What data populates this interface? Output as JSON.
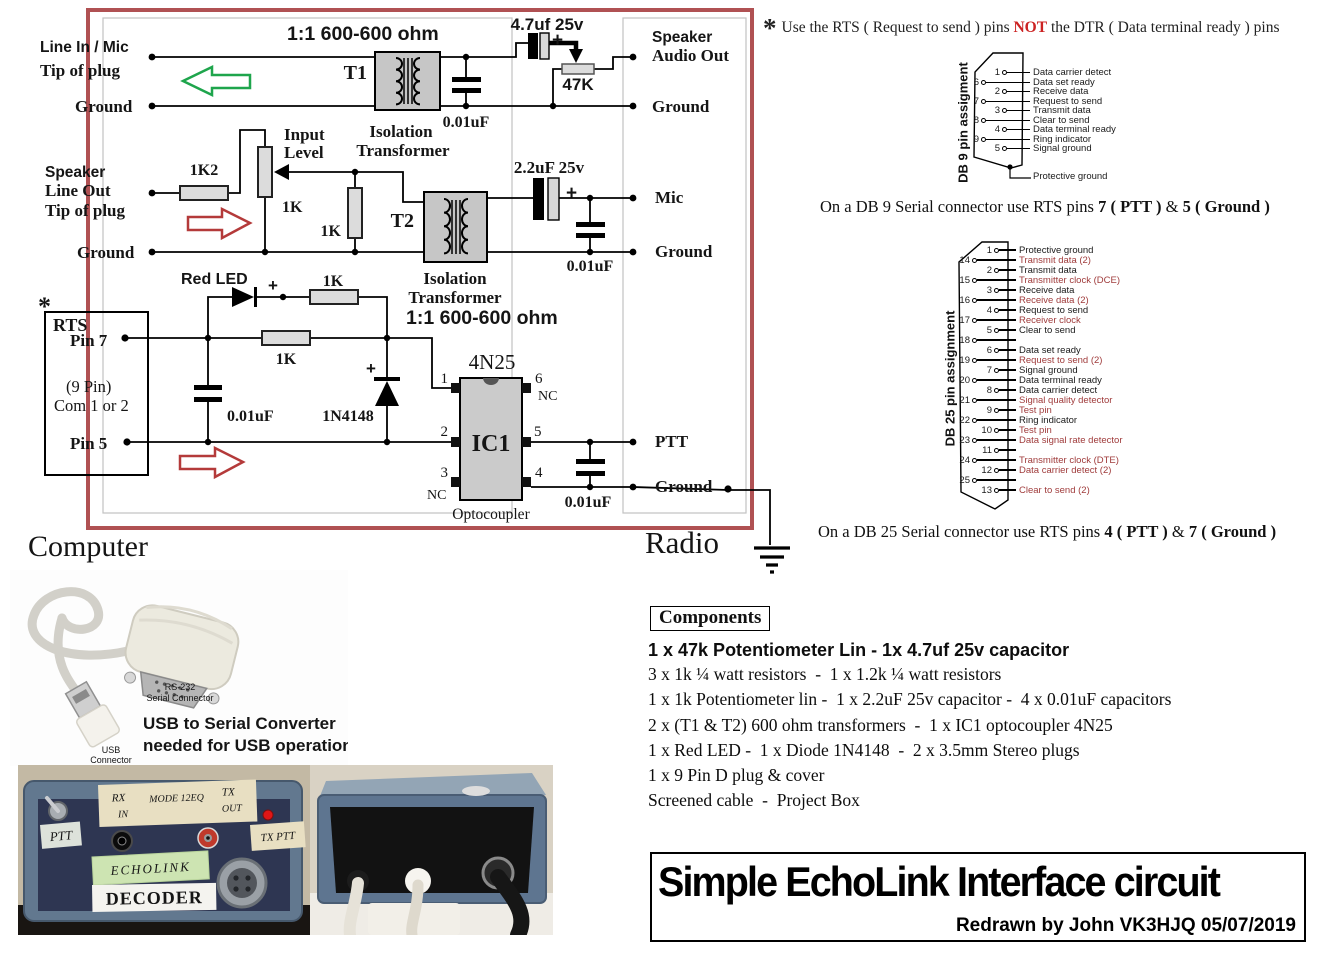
{
  "colors": {
    "schematic_border": "#b05153",
    "red_pin_label": "#a03c3c",
    "not_red": "#cc2222",
    "green_arrow": "#1ea54c",
    "red_arrow": "#b43a3a",
    "project_box_blue": "#62788f",
    "front_panel_navy": "#2e3652"
  },
  "schematic": {
    "computer": "Computer",
    "radio": "Radio",
    "line_in_mic": "Line In / Mic",
    "tip_of_plug": "Tip of plug",
    "ground": "Ground",
    "speaker": "Speaker",
    "line_out": "Line Out",
    "audio_out": "Audio Out",
    "mic": "Mic",
    "ptt": "PTT",
    "t1": "T1",
    "t2": "T2",
    "ratio": "1:1 600-600 ohm",
    "isolation": "Isolation",
    "transformer": "Transformer",
    "input": "Input",
    "level": "Level",
    "r1k2": "1K2",
    "r1k": "1K",
    "r47k": "47K",
    "c47": "4.7uf 25v",
    "c22": "2.2uF 25v",
    "c001": "0.01uF",
    "red_led": "Red LED",
    "diode": "1N4148",
    "plus": "+",
    "ic_type": "4N25",
    "ic_ref": "IC1",
    "optocoupler": "Optocoupler",
    "nc": "NC",
    "n1": "1",
    "n2": "2",
    "n3": "3",
    "n4": "4",
    "n5": "5",
    "n6": "6",
    "rts": "RTS",
    "rts_pin7": "Pin 7",
    "rts_pin5": "Pin 5",
    "nine_pin": "(9 Pin)",
    "com": "Com 1 or 2",
    "asterisk": "*"
  },
  "note": {
    "star": "*",
    "t1": "Use the RTS ( Request to send ) pins ",
    "not": "NOT",
    "t2": " the DTR ( Data terminal ready ) pins"
  },
  "db9": {
    "side_label": "DB 9 pin assigment",
    "protective": "Protective ground",
    "caption": {
      "pre": "On a DB 9 Serial connector use RTS pins ",
      "b1": "7 ( PTT )",
      "mid": " & ",
      "b2": "5 ( Ground )"
    },
    "pins": [
      {
        "n": "1",
        "label": "Data carrier detect"
      },
      {
        "n": "6",
        "label": "Data set ready"
      },
      {
        "n": "2",
        "label": "Receive data"
      },
      {
        "n": "7",
        "label": "Request to send"
      },
      {
        "n": "3",
        "label": "Transmit data"
      },
      {
        "n": "8",
        "label": "Clear to send"
      },
      {
        "n": "4",
        "label": "Data terminal ready"
      },
      {
        "n": "9",
        "label": "Ring indicator"
      },
      {
        "n": "5",
        "label": "Signal ground"
      }
    ]
  },
  "db25": {
    "side_label": "DB 25 pin assignment",
    "caption": {
      "pre": "On a DB 25 Serial connector use RTS pins ",
      "b1": "4 ( PTT )",
      "mid": " & ",
      "b2": "7 ( Ground )"
    },
    "pins": [
      {
        "n": "1",
        "label": "Protective ground"
      },
      {
        "n": "14",
        "label": "Transmit data (2)",
        "c": "#a03c3c"
      },
      {
        "n": "2",
        "label": "Transmit data"
      },
      {
        "n": "15",
        "label": "Transmitter clock (DCE)",
        "c": "#a03c3c"
      },
      {
        "n": "3",
        "label": "Receive data"
      },
      {
        "n": "16",
        "label": "Receive data (2)",
        "c": "#a03c3c"
      },
      {
        "n": "4",
        "label": "Request to send"
      },
      {
        "n": "17",
        "label": "Receiver clock",
        "c": "#a03c3c"
      },
      {
        "n": "5",
        "label": "Clear to send"
      },
      {
        "n": "18",
        "label": ""
      },
      {
        "n": "6",
        "label": "Data set ready"
      },
      {
        "n": "19",
        "label": "Request to send (2)",
        "c": "#a03c3c"
      },
      {
        "n": "7",
        "label": "Signal ground"
      },
      {
        "n": "20",
        "label": "Data terminal ready"
      },
      {
        "n": "8",
        "label": "Data carrier detect"
      },
      {
        "n": "21",
        "label": "Signal quality detector",
        "c": "#a03c3c"
      },
      {
        "n": "9",
        "label": "Test pin",
        "c": "#a03c3c"
      },
      {
        "n": "22",
        "label": "Ring indicator"
      },
      {
        "n": "10",
        "label": "Test pin",
        "c": "#a03c3c"
      },
      {
        "n": "23",
        "label": "Data signal rate detector",
        "c": "#a03c3c"
      },
      {
        "n": "11",
        "label": ""
      },
      {
        "n": "24",
        "label": "Transmitter clock (DTE)",
        "c": "#a03c3c"
      },
      {
        "n": "12",
        "label": "Data carrier detect (2)",
        "c": "#a03c3c"
      },
      {
        "n": "25",
        "label": ""
      },
      {
        "n": "13",
        "label": "Clear to send (2)",
        "c": "#a03c3c"
      }
    ]
  },
  "components": {
    "header": "Components",
    "lines": [
      "1 x 47k Potentiometer Lin - 1x 4.7uf 25v capacitor",
      "3 x 1k ¼ watt resistors  -  1 x 1.2k ¼ watt resistors",
      "1 x 1k Potentiometer lin -  1 x 2.2uF 25v capacitor -  4 x 0.01uF capacitors",
      "2 x (T1 & T2) 600 ohm transformers  -  1 x IC1 optocoupler 4N25",
      "1 x Red LED -  1 x Diode 1N4148  -  2 x 3.5mm Stereo plugs",
      "1 x 9 Pin D plug & cover",
      "Screened cable  -  Project Box"
    ]
  },
  "title": {
    "text": "Simple EchoLink Interface circuit",
    "credit": "Redrawn by John VK3HJQ 05/07/2019"
  },
  "usb_photo": {
    "rs232_1": "RS-232",
    "rs232_2": "Serial Connector",
    "usb_1": "USB",
    "usb_2": "Connector",
    "caption1": "USB to Serial Converter",
    "caption2": "needed for USB operation"
  },
  "front_panel": {
    "ptt": "PTT",
    "tape_rx": "RX",
    "tape_in": "IN",
    "tape_center": "MODE 12EQ",
    "tape_tx": "TX",
    "tape_out": "OUT",
    "tx_ptt": "TX PTT",
    "echolink": "ECHOLINK",
    "decoder": "DECODER"
  }
}
